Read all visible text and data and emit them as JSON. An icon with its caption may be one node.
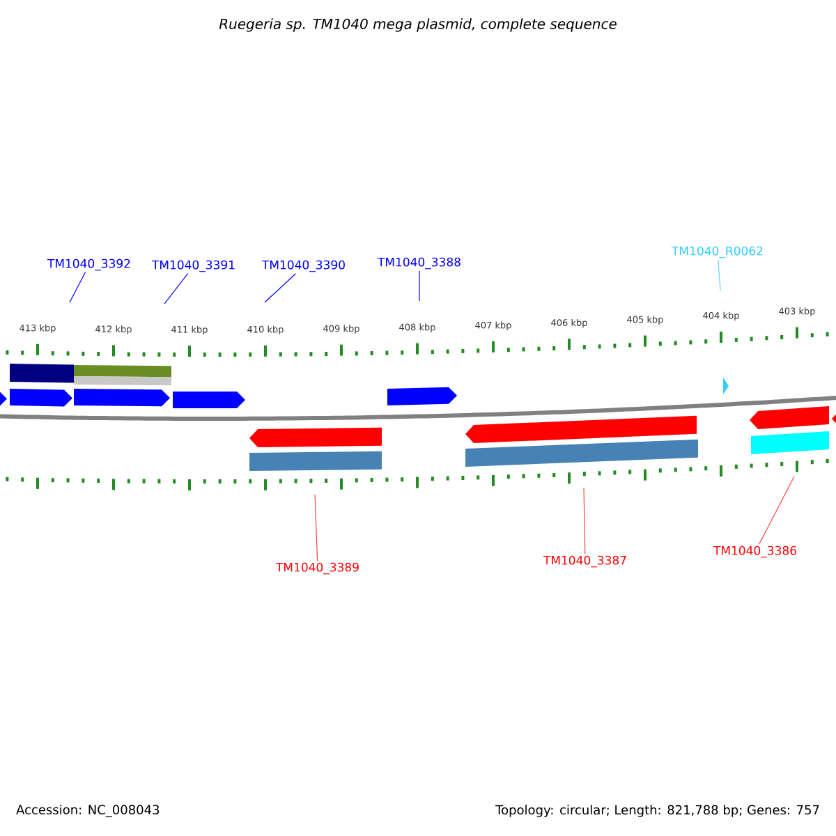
{
  "diagram": {
    "title": "Ruegeria sp. TM1040 mega plasmid, complete sequence",
    "nodes": [
      {
        "text": [
          "TM1040_3392"
        ]
      },
      {
        "text": [
          "TM1040_3391"
        ]
      },
      {
        "text": [
          "TM1040_3390"
        ]
      },
      {
        "text": [
          "TM1040_3388"
        ]
      },
      {
        "text": [
          "TM1040_R0062"
        ]
      },
      {
        "text": [
          "TM1040_3389"
        ]
      },
      {
        "text": [
          "TM1040_3387"
        ]
      },
      {
        "text": [
          "TM1040_3386"
        ]
      }
    ],
    "edges": [
      {
        "from": 0,
        "to": null,
        "arrow": "none",
        "color": "#0000ff"
      },
      {
        "from": 1,
        "to": null,
        "arrow": "none",
        "color": "#0000ff"
      },
      {
        "from": 2,
        "to": null,
        "arrow": "none",
        "color": "#0000ff"
      },
      {
        "from": 3,
        "to": null,
        "arrow": "none",
        "color": "#0000ff"
      },
      {
        "from": 4,
        "to": null,
        "arrow": "none",
        "color": "#66ccff"
      },
      {
        "from": 5,
        "to": null,
        "arrow": "none",
        "color": "#ff4444"
      },
      {
        "from": 6,
        "to": null,
        "arrow": "none",
        "color": "#ff4444"
      },
      {
        "from": 7,
        "to": null,
        "arrow": "none",
        "color": "#ff4444"
      }
    ],
    "labels": [
      "413 kbp",
      "412 kbp",
      "411 kbp",
      "410 kbp",
      "409 kbp",
      "408 kbp",
      "407 kbp",
      "406 kbp",
      "405 kbp",
      "404 kbp",
      "403 kbp",
      "Accession: NC_008043",
      "Topology: circular; Length: 821,788 bp; Genes: 757"
    ]
  }
}
